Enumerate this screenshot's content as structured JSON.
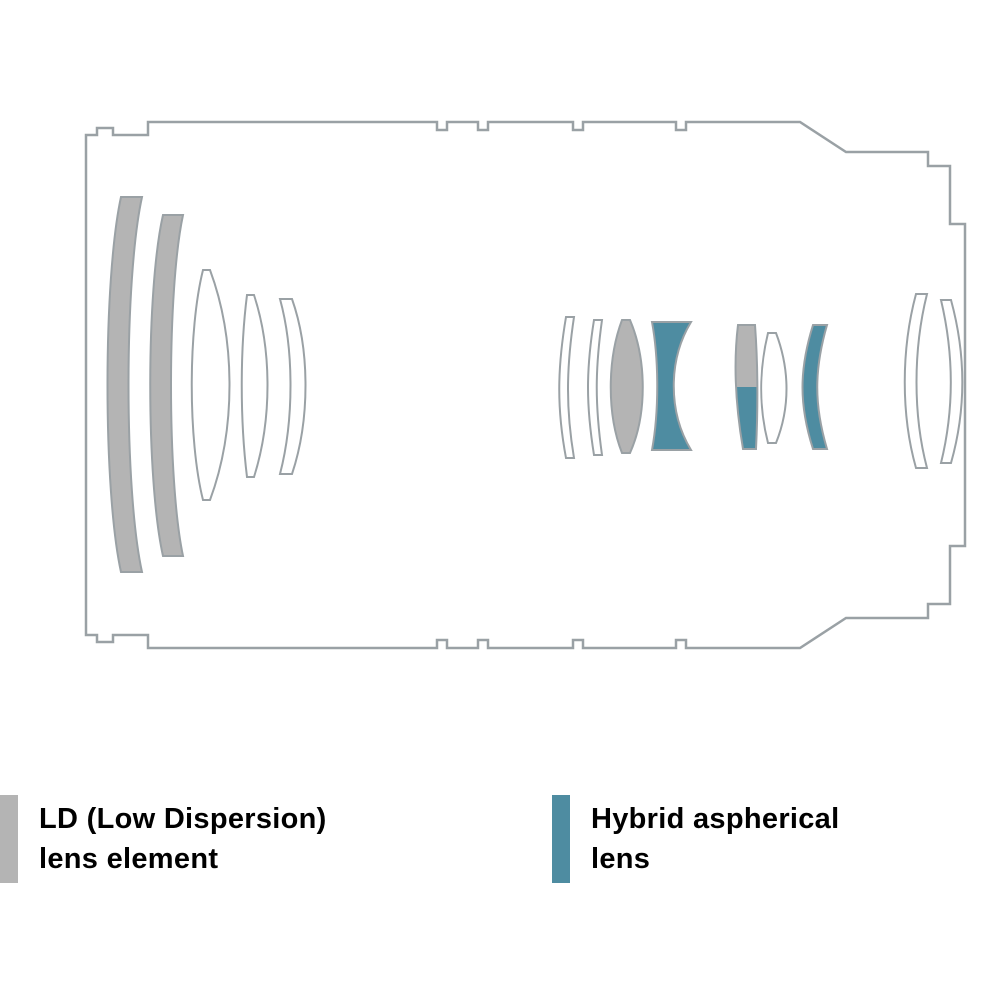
{
  "diagram": {
    "kind": "optical-lens-construction",
    "elements": [
      {
        "group": "front",
        "type": "ld"
      },
      {
        "group": "front",
        "type": "ld"
      },
      {
        "group": "front",
        "type": "standard"
      },
      {
        "group": "front",
        "type": "standard"
      },
      {
        "group": "front",
        "type": "standard"
      },
      {
        "group": "middle",
        "type": "standard"
      },
      {
        "group": "middle",
        "type": "standard"
      },
      {
        "group": "middle",
        "type": "ld"
      },
      {
        "group": "middle",
        "type": "hybrid_aspherical"
      },
      {
        "group": "rear-middle",
        "type": "ld_hybrid_composite"
      },
      {
        "group": "rear-middle",
        "type": "standard"
      },
      {
        "group": "rear-middle",
        "type": "hybrid_aspherical"
      },
      {
        "group": "rear",
        "type": "standard"
      },
      {
        "group": "rear",
        "type": "standard"
      }
    ]
  },
  "legend": {
    "items": [
      {
        "id": "ld",
        "color": "#b4b4b4",
        "lines": [
          "LD (Low Dispersion)",
          "lens element"
        ]
      },
      {
        "id": "hybrid_aspherical",
        "color": "#4e8ca1",
        "lines": [
          "Hybrid aspherical",
          "lens"
        ]
      }
    ]
  },
  "colors": {
    "ld_gray": "#b4b4b4",
    "hybrid_teal": "#4e8ca1",
    "outline_gray": "#9aa1a5",
    "text_black": "#000000",
    "background_white": "#ffffff"
  }
}
